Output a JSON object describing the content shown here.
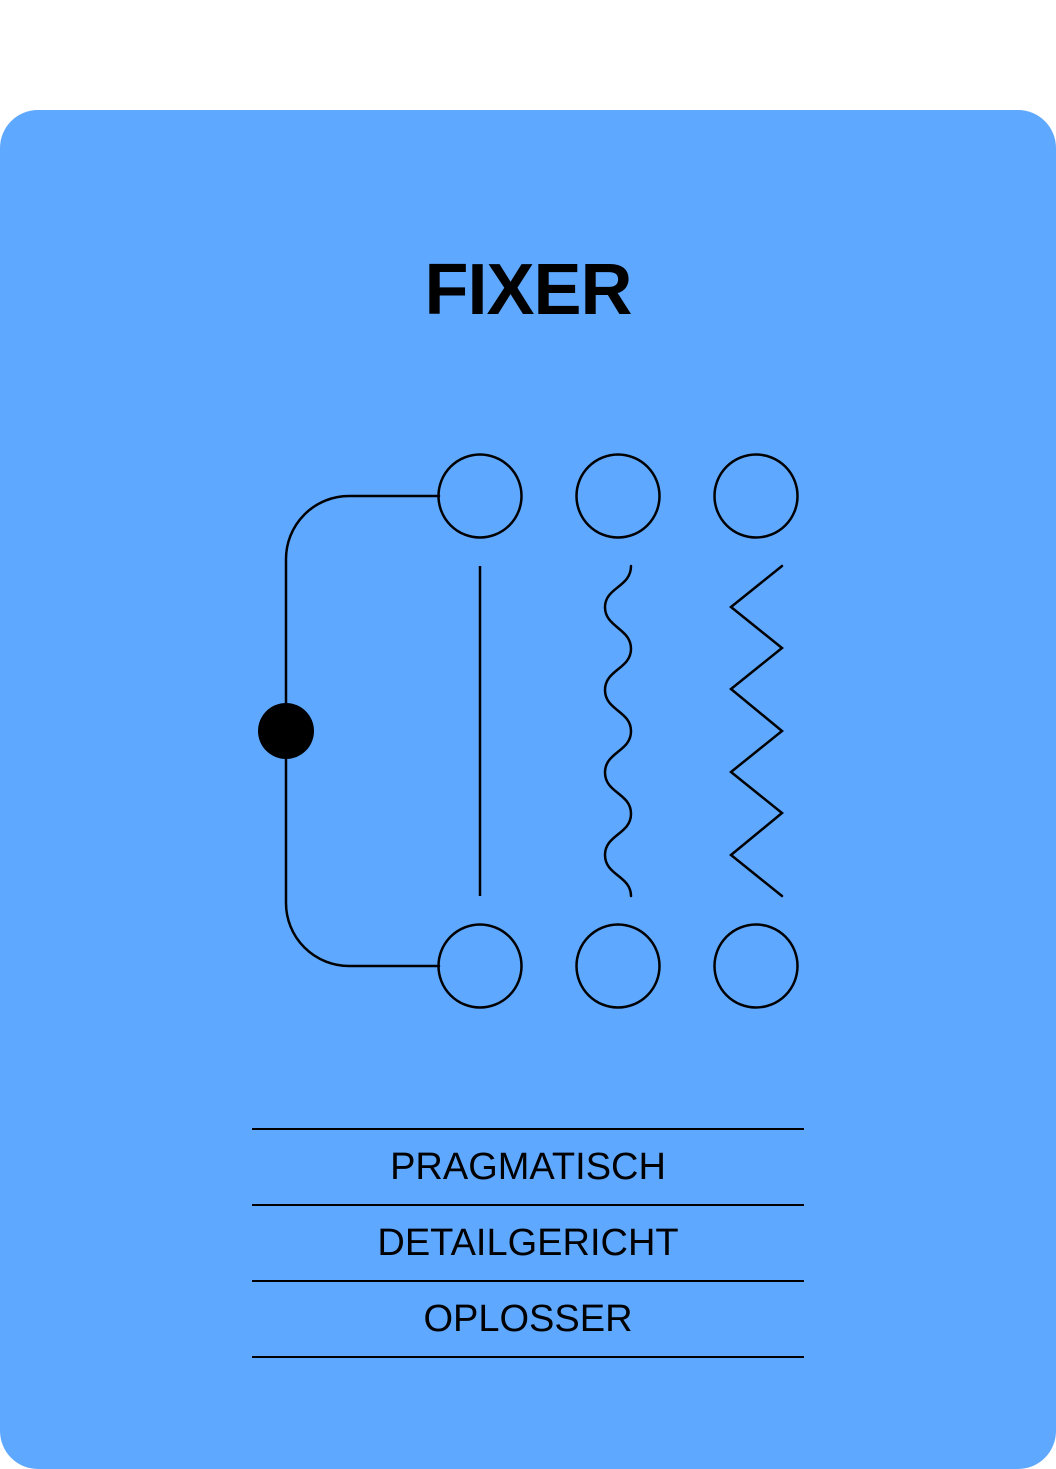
{
  "card": {
    "title": "FIXER",
    "background_color": "#5FA8FF",
    "ink_color": "#000000"
  },
  "diagram": {
    "icons": [
      "connector-bracket-icon",
      "node-dot-icon",
      "circle-node-icon",
      "straight-line-icon",
      "wavy-line-icon",
      "zigzag-line-icon"
    ]
  },
  "traits": [
    {
      "label": "PRAGMATISCH"
    },
    {
      "label": "DETAILGERICHT"
    },
    {
      "label": "OPLOSSER"
    }
  ]
}
